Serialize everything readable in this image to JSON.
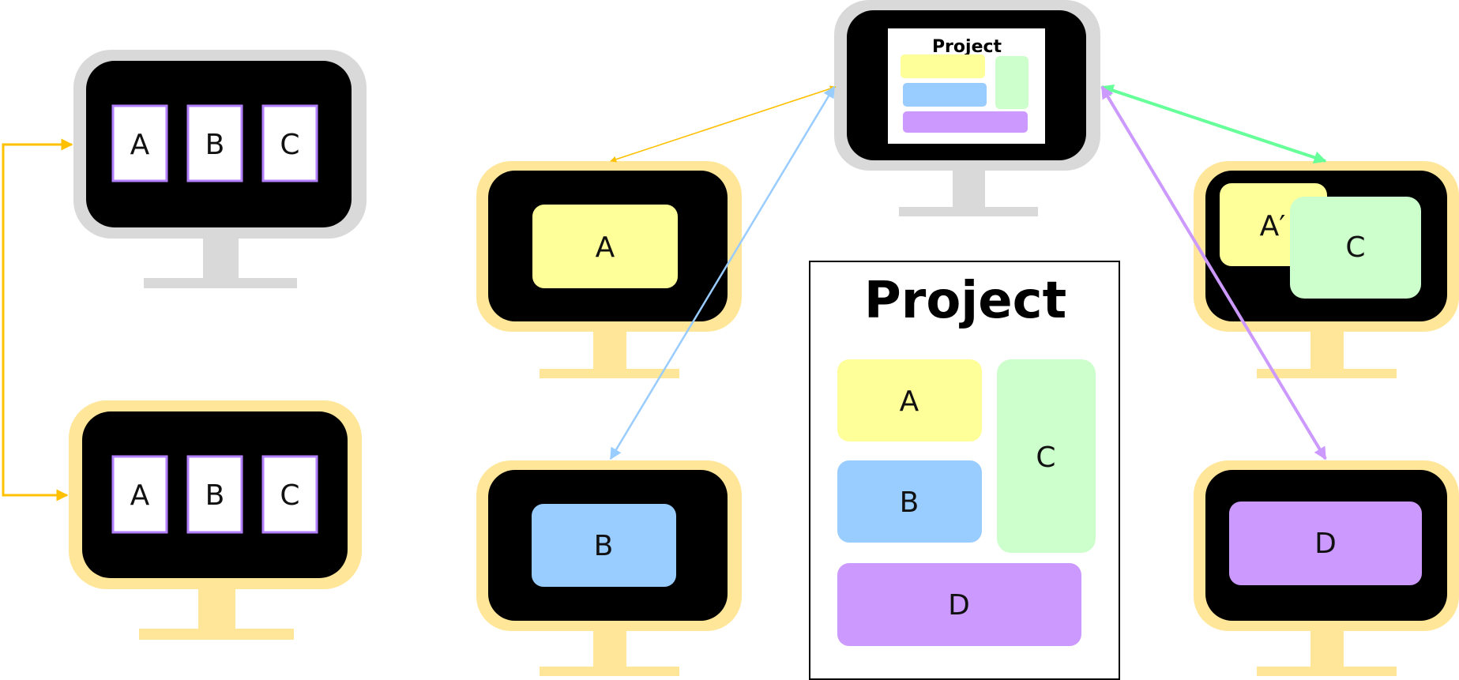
{
  "colors": {
    "gray_frame": "#d9d9d9",
    "yellow_frame": "#ffe699",
    "screen": "#000000",
    "card_yellow": "#ffff99",
    "card_blue": "#99ccff",
    "card_green": "#ccffcc",
    "card_purple": "#cc99ff",
    "card_border_purple": "#b380ff",
    "arrow_orange": "#ffc000",
    "arrow_blue": "#99ccff",
    "arrow_green": "#66ff99",
    "arrow_purple": "#cc99ff"
  },
  "left_group": {
    "top_monitor": {
      "tiles": [
        "A",
        "B",
        "C"
      ]
    },
    "bottom_monitor": {
      "tiles": [
        "A",
        "B",
        "C"
      ]
    }
  },
  "server": {
    "title": "Project"
  },
  "clients": {
    "a": {
      "label": "A"
    },
    "b": {
      "label": "B"
    },
    "c": {
      "label_back": "A′",
      "label_front": "C"
    },
    "d": {
      "label": "D"
    }
  },
  "project_doc": {
    "title": "Project",
    "blocks": {
      "a": "A",
      "b": "B",
      "c": "C",
      "d": "D"
    }
  }
}
